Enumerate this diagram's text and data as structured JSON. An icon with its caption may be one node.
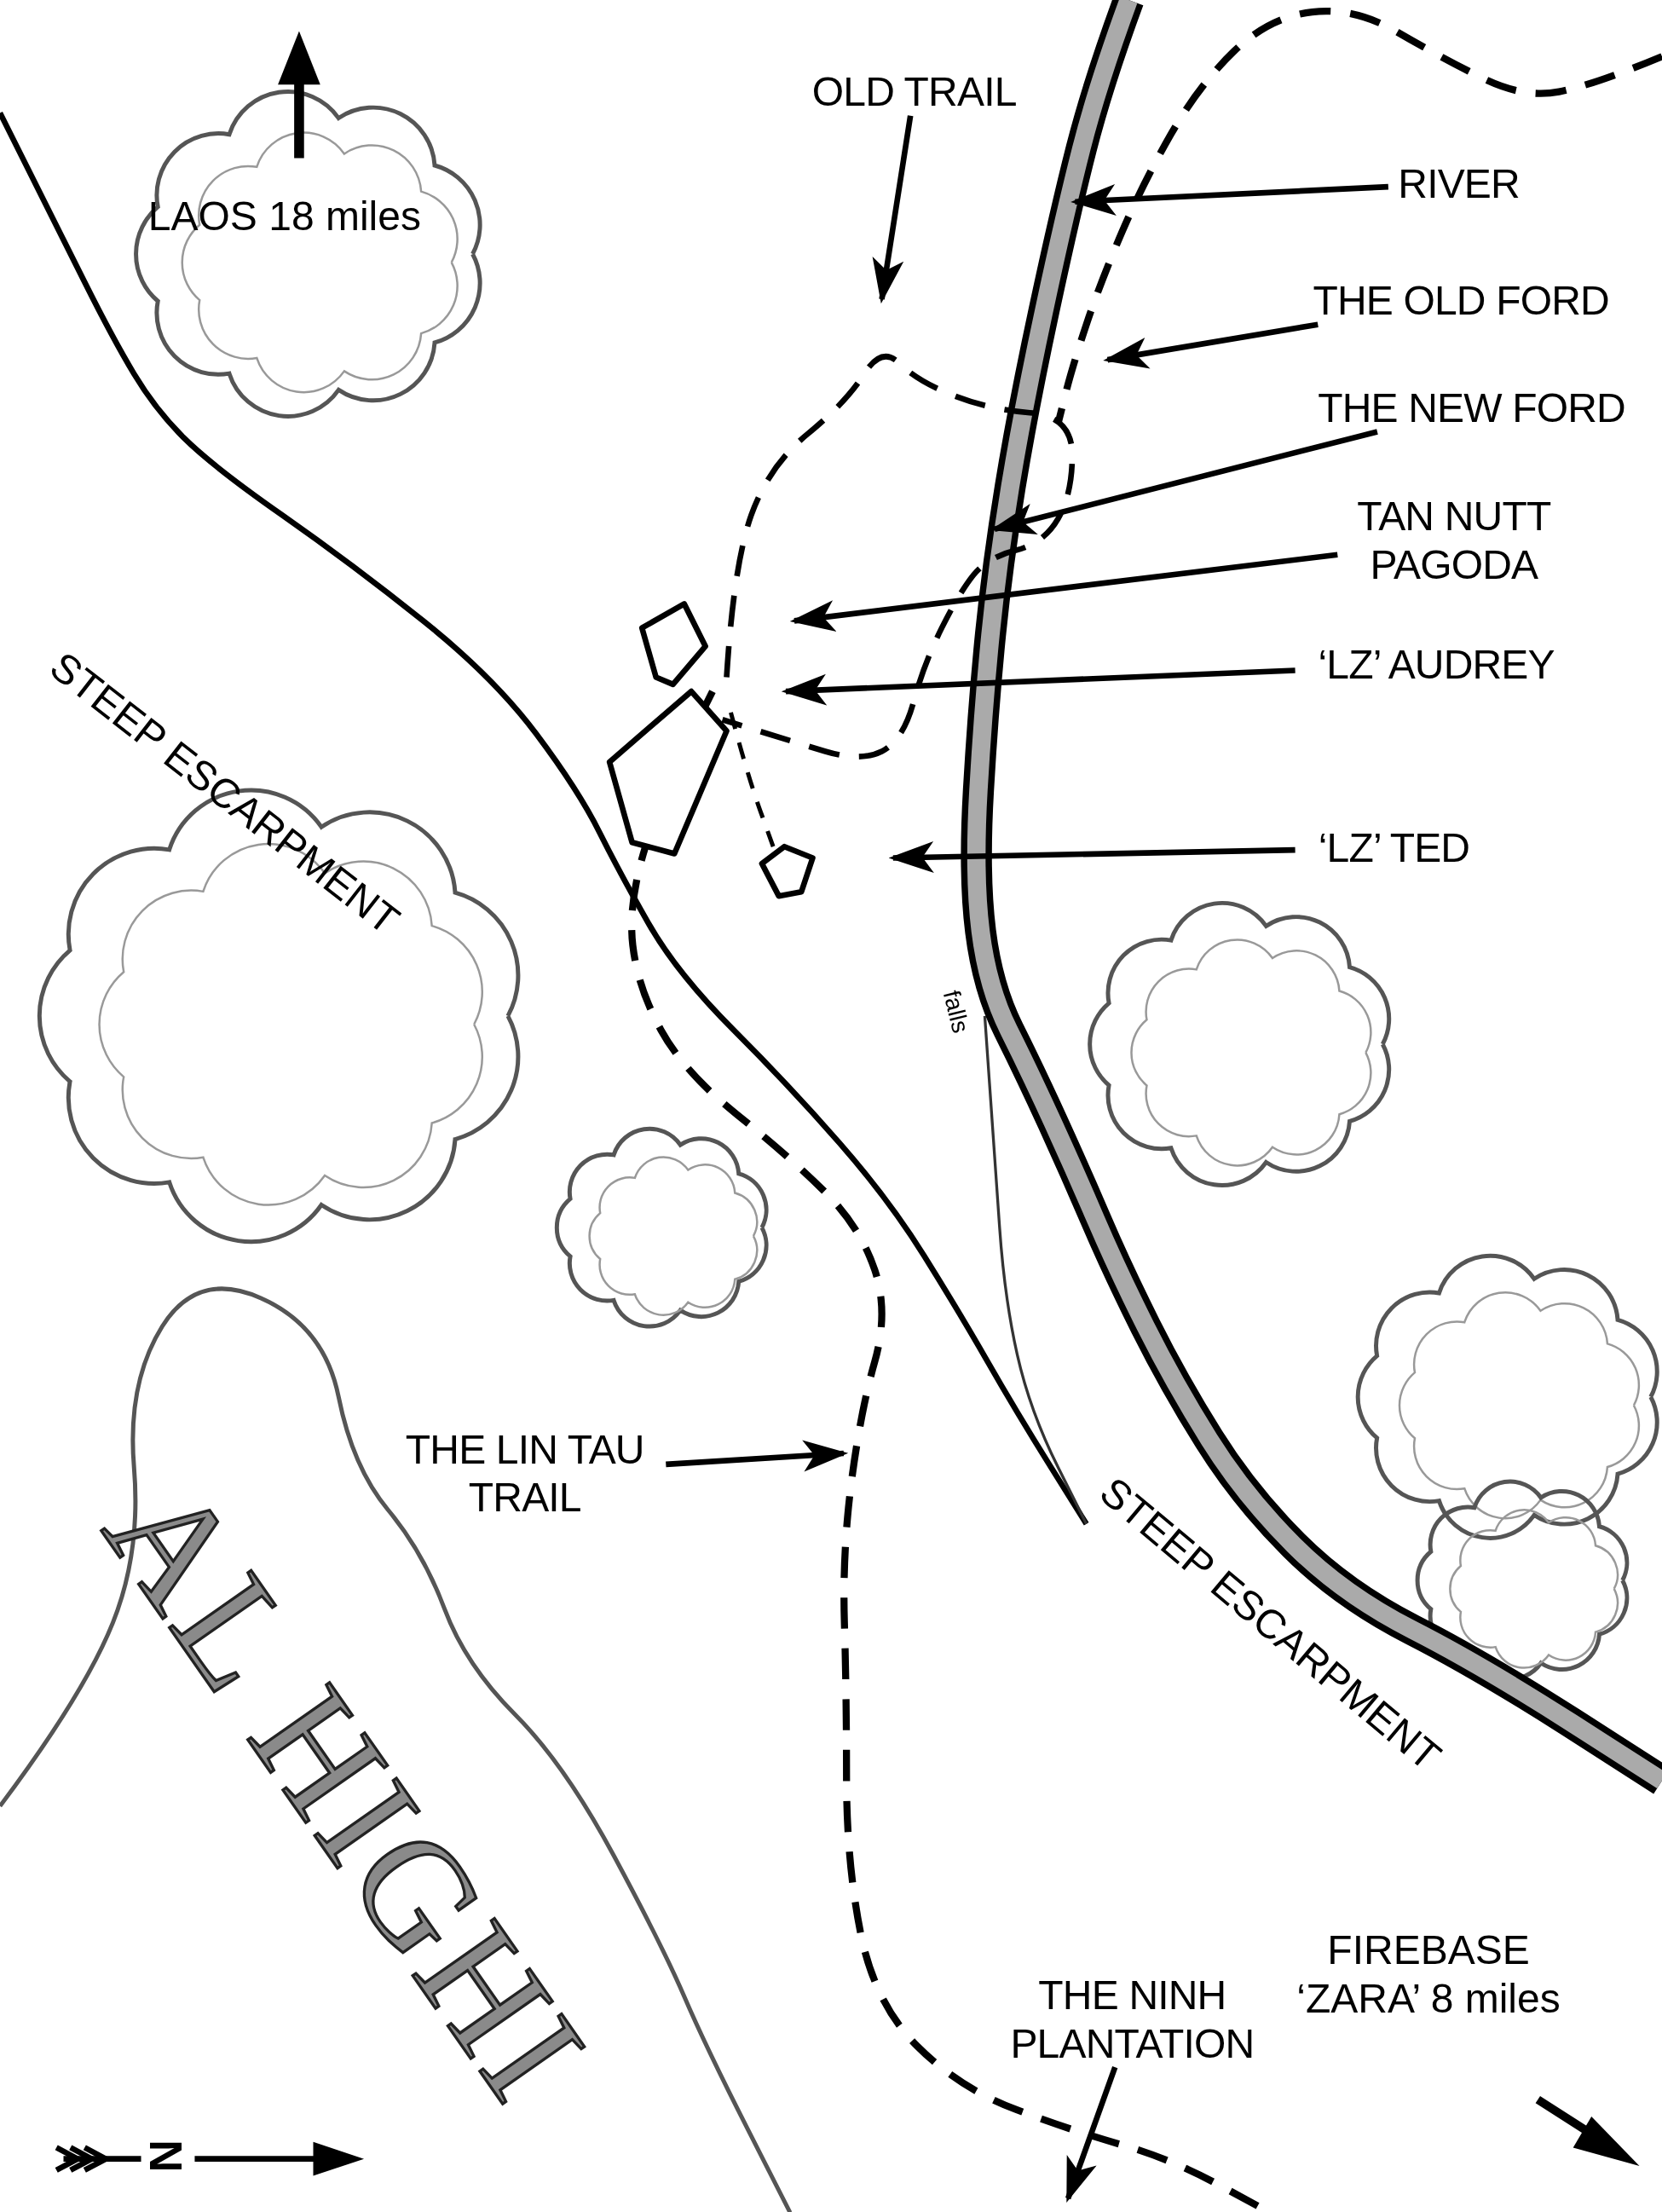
{
  "diagram": {
    "nodes": [
      {
        "text": [
          "OLD TRAIL"
        ]
      },
      {
        "text": [
          "RIVER"
        ]
      },
      {
        "text": [
          "THE OLD FORD"
        ]
      },
      {
        "text": [
          "THE NEW FORD"
        ]
      },
      {
        "text": [
          "TAN NUTT PAGODA"
        ]
      },
      {
        "text": [
          "‘LZ’ AUDREY"
        ]
      },
      {
        "text": [
          "‘LZ’ TED"
        ]
      },
      {
        "text": [
          "THE LIN TAU TRAIL"
        ]
      },
      {
        "text": [
          "THE NINH PLANTATION"
        ]
      }
    ],
    "edges": [
      {
        "from": 0,
        "to": null,
        "arrow": "to"
      },
      {
        "from": 1,
        "to": null,
        "arrow": "to"
      },
      {
        "from": 2,
        "to": null,
        "arrow": "to"
      },
      {
        "from": 3,
        "to": null,
        "arrow": "to"
      },
      {
        "from": 4,
        "to": null,
        "arrow": "to"
      },
      {
        "from": 5,
        "to": null,
        "arrow": "to"
      },
      {
        "from": 6,
        "to": null,
        "arrow": "to"
      },
      {
        "from": 7,
        "to": null,
        "arrow": "to"
      },
      {
        "from": 8,
        "to": null,
        "arrow": "to"
      }
    ],
    "labels": [
      "LAOS 18 miles",
      "STEEP ESCARPMENT",
      "falls",
      "STEEP ESCARPMENT",
      "FIREBASE ‘ZARA’ 8 miles",
      "AL HIGHI",
      "N"
    ]
  }
}
